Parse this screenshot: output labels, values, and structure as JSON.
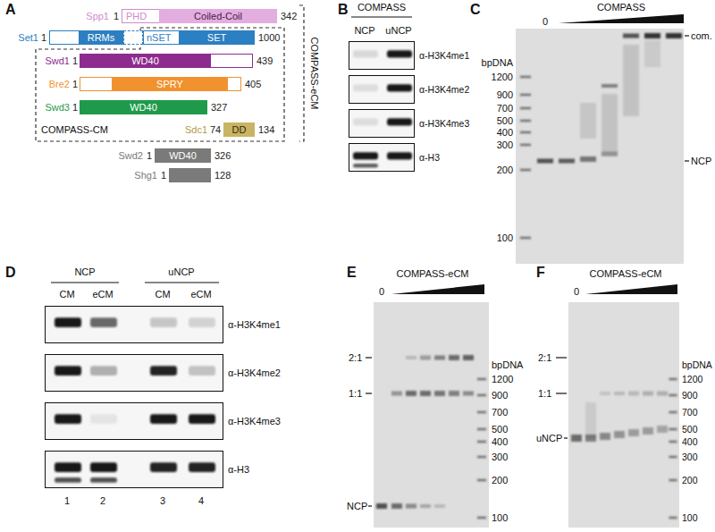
{
  "diagram": {
    "nodes": [
      {
        "text": [
          "Spp1",
          "1",
          "PHD",
          "Coiled-Coil",
          "342"
        ]
      },
      {
        "text": [
          "Set1",
          "1",
          "RRMs",
          "nSET",
          "SET",
          "1000"
        ]
      },
      {
        "text": [
          "Swd1",
          "1",
          "WD40",
          "439"
        ]
      },
      {
        "text": [
          "Bre2",
          "1",
          "SPRY",
          "405"
        ]
      },
      {
        "text": [
          "Swd3",
          "1",
          "WD40",
          "327"
        ]
      },
      {
        "text": [
          "Sdc1",
          "74",
          "DD",
          "134"
        ]
      },
      {
        "text": [
          "Swd2",
          "1",
          "WD40",
          "326"
        ]
      },
      {
        "text": [
          "Shg1",
          "1",
          "128"
        ]
      },
      {
        "text": [
          "α-H3K4me1"
        ]
      },
      {
        "text": [
          "α-H3K4me2"
        ]
      },
      {
        "text": [
          "α-H3K4me3"
        ]
      },
      {
        "text": [
          "α-H3"
        ]
      },
      {
        "text": [
          "α-H3K4me1"
        ]
      },
      {
        "text": [
          "α-H3K4me2"
        ]
      },
      {
        "text": [
          "α-H3K4me3"
        ]
      },
      {
        "text": [
          "α-H3"
        ]
      }
    ],
    "labels": [
      "A",
      "COMPASS-eCM",
      "COMPASS-CM",
      "B",
      "COMPASS",
      "NCP",
      "uNCP",
      "C",
      "COMPASS",
      "0",
      "bpDNA",
      "1200",
      "900",
      "700",
      "500",
      "400",
      "300",
      "200",
      "100",
      "com.",
      "NCP",
      "D",
      "NCP",
      "uNCP",
      "CM",
      "eCM",
      "CM",
      "eCM",
      "1",
      "2",
      "3",
      "4",
      "E",
      "COMPASS-eCM",
      "0",
      "2:1",
      "1:1",
      "NCP",
      "bpDNA",
      "1200",
      "900",
      "700",
      "500",
      "400",
      "300",
      "200",
      "100",
      "F",
      "COMPASS-eCM",
      "0",
      "2:1",
      "1:1",
      "uNCP",
      "bpDNA",
      "1200",
      "900",
      "700",
      "500",
      "400",
      "300",
      "200",
      "100"
    ]
  }
}
